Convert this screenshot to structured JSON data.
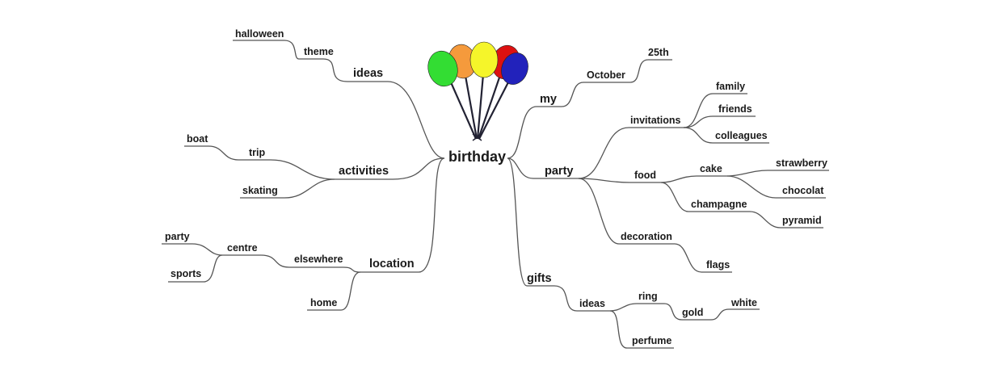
{
  "mindmap": {
    "center": "birthday",
    "branches": {
      "ideas": "ideas",
      "theme": "theme",
      "halloween": "halloween",
      "activities": "activities",
      "trip": "trip",
      "boat": "boat",
      "skating": "skating",
      "location": "location",
      "elsewhere": "elsewhere",
      "centre": "centre",
      "centre_party": "party",
      "sports": "sports",
      "home": "home",
      "my": "my",
      "october": "October",
      "day": "25th",
      "party": "party",
      "invitations": "invitations",
      "family": "family",
      "friends": "friends",
      "colleagues": "colleagues",
      "food": "food",
      "cake": "cake",
      "strawberry": "strawberry",
      "chocolat": "chocolat",
      "champagne": "champagne",
      "pyramid": "pyramid",
      "decoration": "decoration",
      "flags": "flags",
      "gifts": "gifts",
      "gift_ideas": "ideas",
      "ring": "ring",
      "gold": "gold",
      "white": "white",
      "perfume": "perfume"
    },
    "balloon_colors": [
      "#33dd33",
      "#f59a3c",
      "#f5f52a",
      "#dd1111",
      "#2222bb"
    ],
    "line_color": "#555555"
  }
}
